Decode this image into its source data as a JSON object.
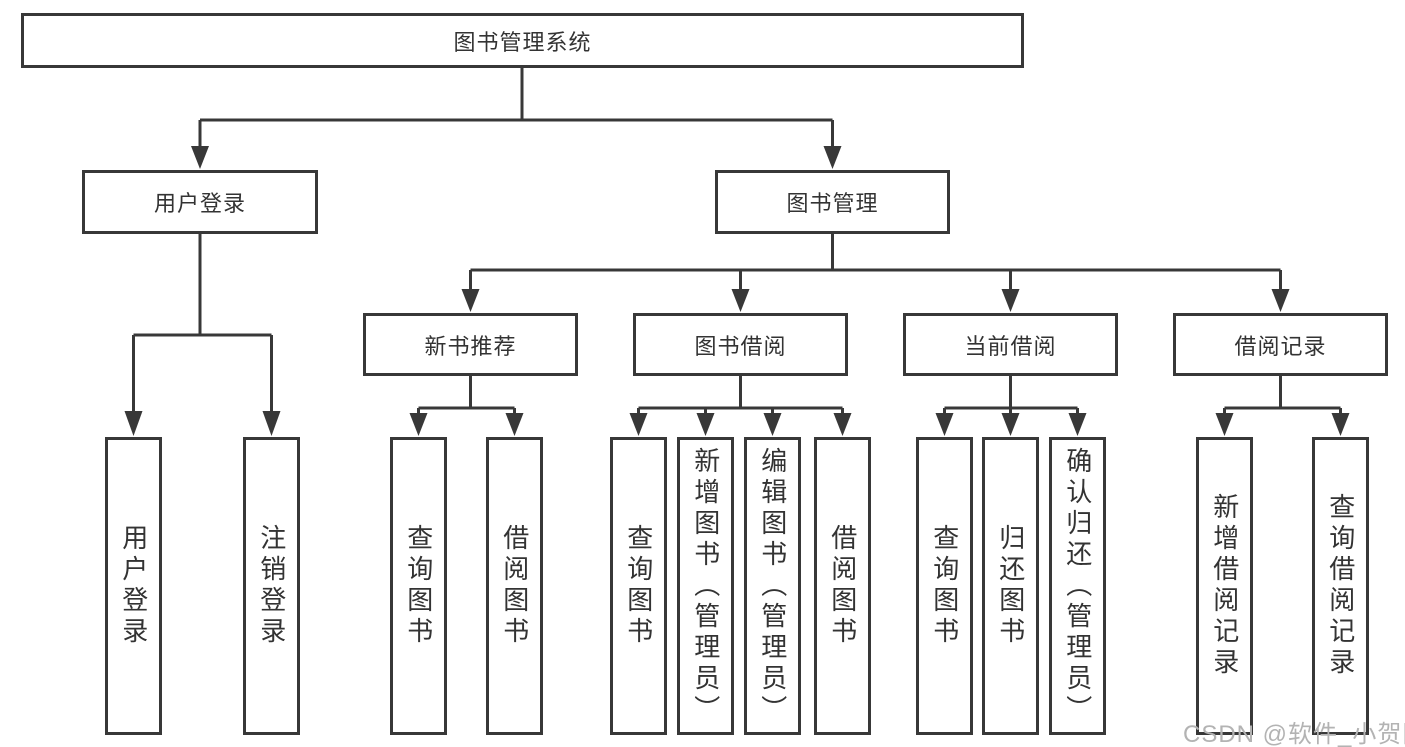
{
  "tree": {
    "root": {
      "label": "图书管理系统"
    },
    "branches": [
      {
        "label": "用户登录",
        "leaves": [
          {
            "label": "用户登录"
          },
          {
            "label": "注销登录"
          }
        ]
      },
      {
        "label": "图书管理",
        "groups": [
          {
            "label": "新书推荐",
            "leaves": [
              {
                "label": "查询图书"
              },
              {
                "label": "借阅图书"
              }
            ]
          },
          {
            "label": "图书借阅",
            "leaves": [
              {
                "label": "查询图书"
              },
              {
                "label": "新增图书（管理员）"
              },
              {
                "label": "编辑图书（管理员）"
              },
              {
                "label": "借阅图书"
              }
            ]
          },
          {
            "label": "当前借阅",
            "leaves": [
              {
                "label": "查询图书"
              },
              {
                "label": "归还图书"
              },
              {
                "label": "确认归还（管理员）"
              }
            ]
          },
          {
            "label": "借阅记录",
            "leaves": [
              {
                "label": "新增借阅记录"
              },
              {
                "label": "查询借阅记录"
              }
            ]
          }
        ]
      }
    ]
  },
  "watermark": {
    "text": "CSDN @软件_小贺同学"
  },
  "colors": {
    "line": "#383838",
    "box_border": "#383838",
    "text": "#333333",
    "watermark": "#b3b3b3",
    "background": "#ffffff"
  }
}
